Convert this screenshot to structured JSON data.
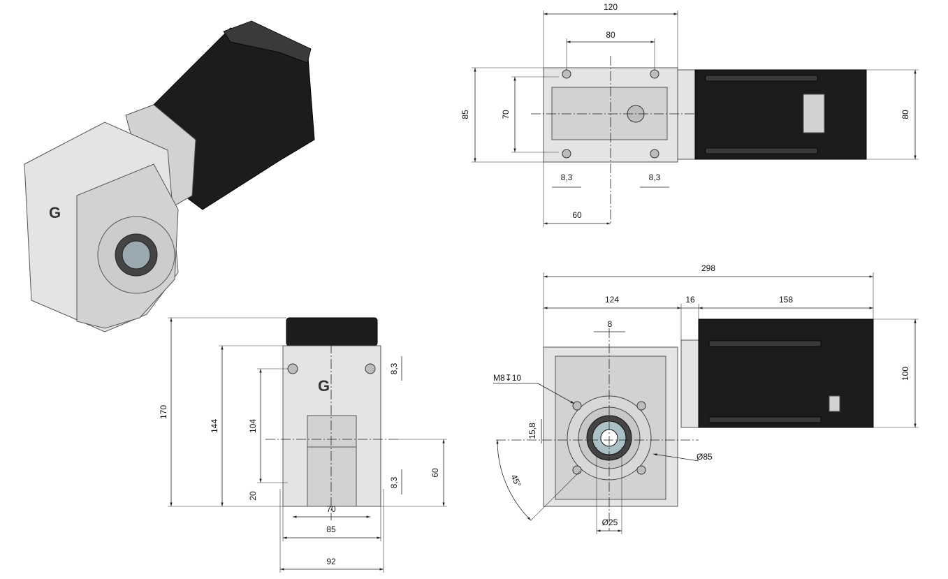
{
  "drawing": {
    "top_view": {
      "d120": "120",
      "d80": "80",
      "d85": "85",
      "d70": "70",
      "d80v": "80",
      "d83a": "8,3",
      "d83b": "8,3",
      "d60": "60"
    },
    "front_view": {
      "d170": "170",
      "d144": "144",
      "d104": "104",
      "d20": "20",
      "d83a": "8,3",
      "d83b": "8,3",
      "d60": "60",
      "d70": "70",
      "d85": "85",
      "d92": "92"
    },
    "side_view": {
      "d298": "298",
      "d124": "124",
      "d16": "16",
      "d158": "158",
      "d8": "8",
      "d100": "100",
      "thread": "M8↧10",
      "d158v": "15,8",
      "dia85": "Ø85",
      "dia25": "Ø25",
      "angle": "45°"
    },
    "logo_letter": "G"
  }
}
